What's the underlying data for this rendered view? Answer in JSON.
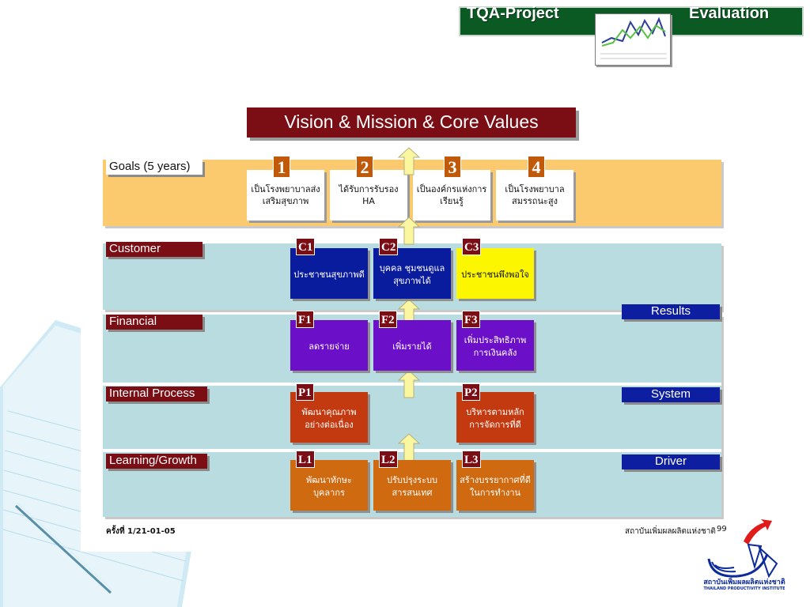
{
  "header": {
    "left_title": "TQA-Project",
    "right_title": "Evaluation"
  },
  "title": "Vision & Mission & Core Values",
  "goals": {
    "label": "Goals (5 years)",
    "items": [
      {
        "num": "1",
        "text": "เป็นโรงพยาบาลส่งเสริมสุขภาพ"
      },
      {
        "num": "2",
        "text": "ได้รับการรับรอง HA"
      },
      {
        "num": "3",
        "text": "เป็นองค์กรแห่งการเรียนรู้"
      },
      {
        "num": "4",
        "text": "เป็นโรงพยาบาลสมรรถนะสูง"
      }
    ]
  },
  "rows": {
    "customer": {
      "label": "Customer",
      "items": [
        {
          "tag": "C1",
          "text": "ประชาชนสุขภาพดี"
        },
        {
          "tag": "C2",
          "text": "บุคคล ชุมชนดูแลสุขภาพได้"
        },
        {
          "tag": "C3",
          "text": "ประชาชนพึงพอใจ"
        }
      ]
    },
    "financial": {
      "label": "Financial",
      "items": [
        {
          "tag": "F1",
          "text": "ลดรายจ่าย"
        },
        {
          "tag": "F2",
          "text": "เพิ่มรายได้"
        },
        {
          "tag": "F3",
          "text": "เพิ่มประสิทธิภาพการเงินคลัง"
        }
      ]
    },
    "internal": {
      "label": "Internal Process",
      "items": [
        {
          "tag": "P1",
          "text": "พัฒนาคุณภาพอย่างต่อเนื่อง"
        },
        {
          "tag": "P2",
          "text": "บริหารตามหลักการจัดการที่ดี"
        }
      ]
    },
    "learning": {
      "label": "Learning/Growth",
      "items": [
        {
          "tag": "L1",
          "text": "พัฒนาทักษะบุคลากร"
        },
        {
          "tag": "L2",
          "text": "ปรับปรุงระบบสารสนเทศ"
        },
        {
          "tag": "L3",
          "text": "สร้างบรรยากาศที่ดีในการทำงาน"
        }
      ]
    }
  },
  "side_labels": {
    "results": "Results",
    "system": "System",
    "driver": "Driver"
  },
  "footer": {
    "left": "ครั้งที่ 1/21-01-05",
    "right": "สถาบันเพิ่มผลผลิตแห่งชาติ",
    "page": "99"
  },
  "logo": {
    "name": "สถาบันเพิ่มผลผลิตแห่งชาติ",
    "sub": "THAILAND PRODUCTIVITY INSTITUTE"
  },
  "colors": {
    "maroon": "#7b0d14",
    "green_banner": "#0b5a24",
    "goal_band": "#fcca6e",
    "row_band": "#b8dcdf",
    "customer_box": "#0a1c9e",
    "customer_highlight": "#fcf600",
    "financial_box": "#6b10c8",
    "internal_box": "#c43a10",
    "learning_box": "#cf6a10",
    "side_label": "#0d1fa0",
    "arrow": "#fbf7a0"
  }
}
